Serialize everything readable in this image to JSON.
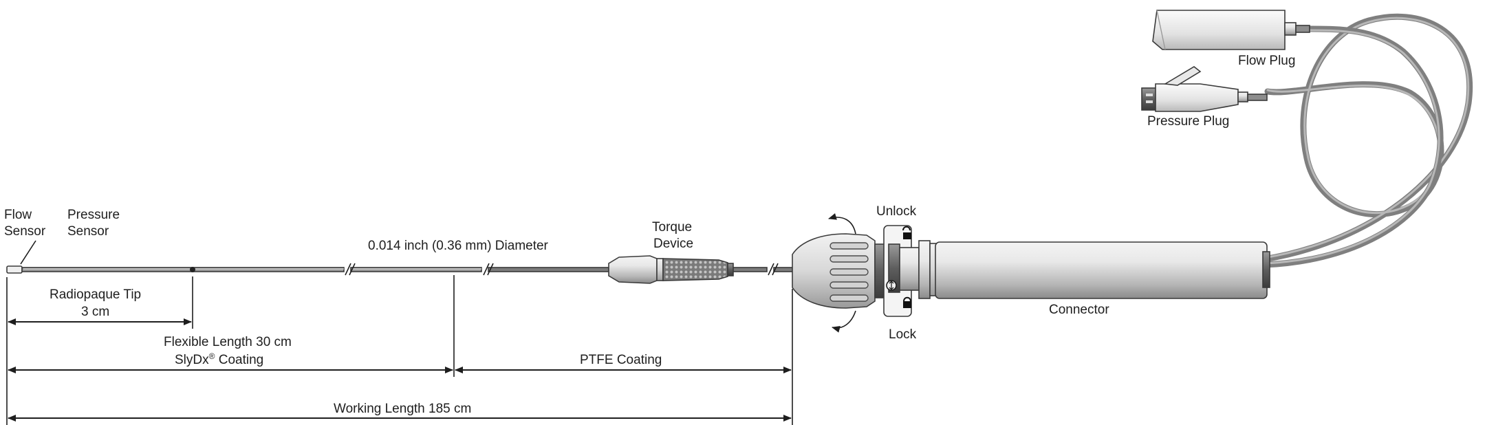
{
  "labels": {
    "flow_plug": "Flow Plug",
    "pressure_plug": "Pressure Plug",
    "flow_sensor_1": "Flow",
    "flow_sensor_2": "Sensor",
    "pressure_sensor_1": "Pressure",
    "pressure_sensor_2": "Sensor",
    "diameter": "0.014 inch (0.36 mm) Diameter",
    "torque_1": "Torque",
    "torque_2": "Device",
    "unlock": "Unlock",
    "lock": "Lock",
    "connector": "Connector",
    "radiopaque_1": "Radiopaque Tip",
    "radiopaque_2": "3 cm",
    "flexible_1": "Flexible Length 30 cm",
    "flexible_2": "SlyDx",
    "flexible_2_sup": "®",
    "flexible_2_end": " Coating",
    "ptfe": "PTFE Coating",
    "working": "Working Length 185 cm"
  },
  "colors": {
    "line": "#1e1e1e",
    "metal_light": "#e6e6e6",
    "metal_mid": "#b3b3b3",
    "metal_dark": "#6e6e6e",
    "cable": "#7f7f7f"
  },
  "icons": {
    "lock": "padlock-closed-icon",
    "unlock": "padlock-open-icon",
    "rotate": "rotation-arrow-icon"
  }
}
